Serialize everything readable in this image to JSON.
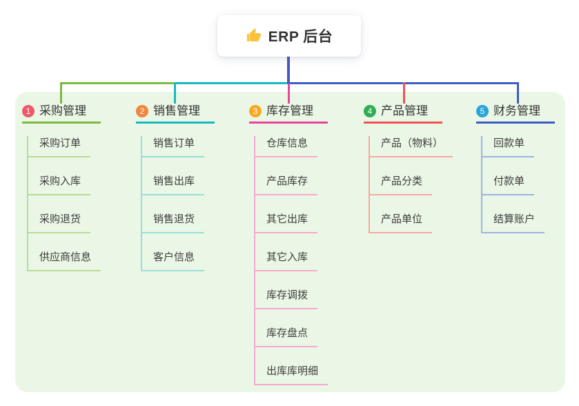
{
  "root": {
    "title": "ERP 后台",
    "icon": "thumbs-up-icon",
    "icon_color": "#f9c23c",
    "line_color": "#4a55c4"
  },
  "panel_color": "#ebf7e6",
  "branches": [
    {
      "badge": "1",
      "badge_color": "#ee5a6a",
      "line_color": "#7cb93f",
      "light_color": "#b8dc92",
      "label": "采购管理",
      "items": [
        "采购订单",
        "采购入库",
        "采购退货",
        "供应商信息"
      ]
    },
    {
      "badge": "2",
      "badge_color": "#f0853c",
      "line_color": "#16b8bc",
      "light_color": "#97ded9",
      "label": "销售管理",
      "items": [
        "销售订单",
        "销售出库",
        "销售退货",
        "客户信息"
      ]
    },
    {
      "badge": "3",
      "badge_color": "#f7a824",
      "line_color": "#e8439c",
      "light_color": "#f5a8cf",
      "label": "库存管理",
      "items": [
        "仓库信息",
        "产品库存",
        "其它出库",
        "其它入库",
        "库存调拨",
        "库存盘点",
        "出库库明细"
      ]
    },
    {
      "badge": "4",
      "badge_color": "#2fae53",
      "line_color": "#f15152",
      "light_color": "#f7a6a2",
      "label": "产品管理",
      "items": [
        "产品（物料）",
        "产品分类",
        "产品单位"
      ]
    },
    {
      "badge": "5",
      "badge_color": "#2aa4d9",
      "line_color": "#3d5ac6",
      "light_color": "#9fb0e2",
      "label": "财务管理",
      "items": [
        "回款单",
        "付款单",
        "结算账户"
      ]
    }
  ]
}
